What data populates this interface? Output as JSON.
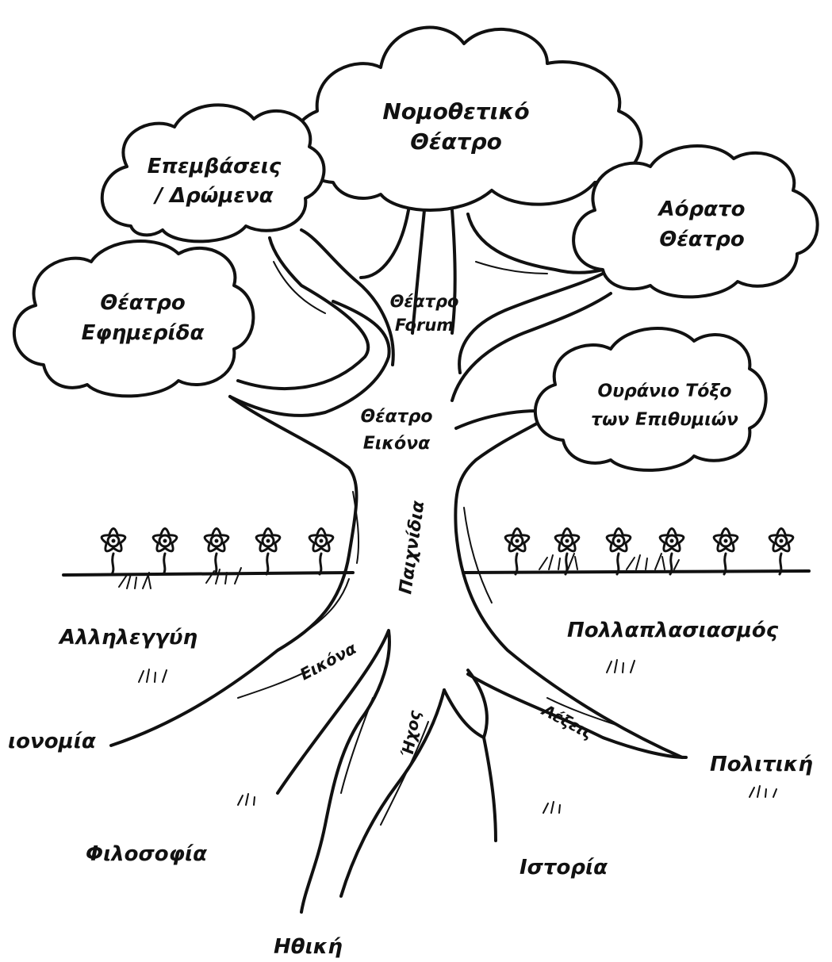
{
  "clouds": {
    "nomothetiko": [
      "Νομοθετικό",
      "Θέατρο"
    ],
    "epemvaseis": [
      "Επεμβάσεις",
      "/ Δρώμενα"
    ],
    "aorato": [
      "Αόρατο",
      "Θέατρο"
    ],
    "efimerida": [
      "Θέατρο",
      "Εφημερίδα"
    ],
    "ouranio": [
      "Ουράνιο Τόξο",
      "των Επιθυμιών"
    ]
  },
  "trunk": {
    "forum": [
      "Θέατρο",
      "Forum"
    ],
    "eikona": [
      "Θέατρο",
      "Εικόνα"
    ],
    "paixnidia": "Παιχνίδια"
  },
  "roots": {
    "eikona": "Εικόνα",
    "ixos": "Ήχος",
    "lexeis": "Λέξεις"
  },
  "ground_labels": {
    "allileggyi": "Αλληλεγγύη",
    "pollaplasiasmos": "Πολλαπλασιασμός",
    "oikonomia": "ιονομία",
    "politiki": "Πολιτική",
    "filosofia": "Φιλοσοφία",
    "istoria": "Ιστορία",
    "ithiki": "Ηθική"
  }
}
